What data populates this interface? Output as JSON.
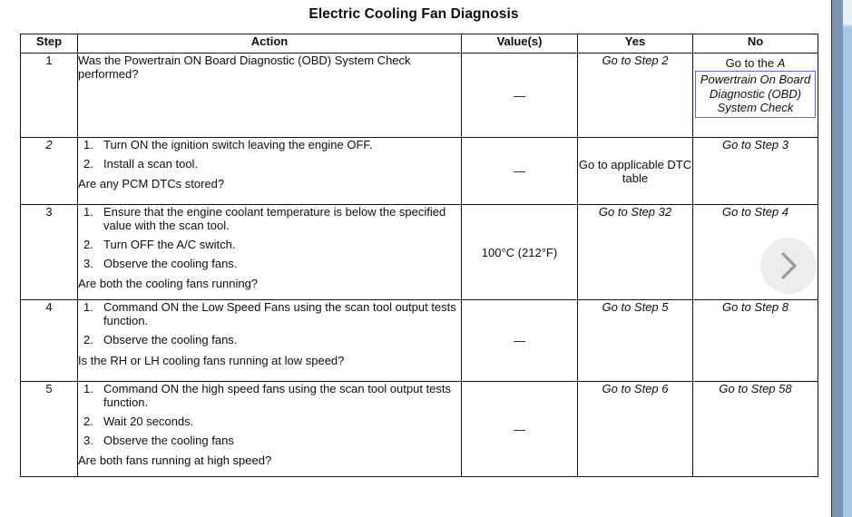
{
  "document": {
    "title": "Electric Cooling Fan Diagnosis"
  },
  "table": {
    "headers": {
      "step": "Step",
      "action": "Action",
      "value": "Value(s)",
      "yes": "Yes",
      "no": "No"
    },
    "rows": [
      {
        "step": "1",
        "action_intro": "Was the Powertrain ON Board Diagnostic (OBD) System Check performed?",
        "action_items": [],
        "action_question": "",
        "value": "—",
        "yes": "Go to Step 2",
        "no_lead_text": "Go to the ",
        "no_lead_italic": "A",
        "no_boxed": "Powertrain On Board Diagnostic (OBD) System Check"
      },
      {
        "step": "2",
        "action_intro": "",
        "action_items": [
          {
            "num": "1.",
            "text": "Turn ON the ignition switch leaving the engine OFF."
          },
          {
            "num": "2.",
            "text": "Install a scan tool."
          }
        ],
        "action_question": "Are any PCM DTCs stored?",
        "value": "—",
        "yes": "Go to applicable DTC table",
        "no": "Go to Step 3"
      },
      {
        "step": "3",
        "action_intro": "",
        "action_items": [
          {
            "num": "1.",
            "text": "Ensure that the engine coolant temperature is below the specified value with the scan tool."
          },
          {
            "num": "2.",
            "text": "Turn OFF the A/C switch."
          },
          {
            "num": "3.",
            "text": "Observe the cooling fans."
          }
        ],
        "action_question": "Are both the cooling fans running?",
        "value": "100°C (212°F)",
        "yes": "Go to Step 32",
        "no": "Go to Step 4"
      },
      {
        "step": "4",
        "action_intro": "",
        "action_items": [
          {
            "num": "1.",
            "text": "Command ON the Low Speed Fans using the scan tool output tests function."
          },
          {
            "num": "2.",
            "text": "Observe the cooling fans."
          }
        ],
        "action_question": "Is the RH or LH cooling fans running at low speed?",
        "value": "—",
        "yes": "Go to Step 5",
        "no": "Go to Step 8"
      },
      {
        "step": "5",
        "action_intro": "",
        "action_items": [
          {
            "num": "1.",
            "text": "Command ON the high speed fans using the scan tool output tests function."
          },
          {
            "num": "2.",
            "text": "Wait 20 seconds."
          },
          {
            "num": "3.",
            "text": "Observe the cooling fans"
          }
        ],
        "action_question": "Are both fans running at high speed?",
        "value": "—",
        "yes": "Go to Step 6",
        "no": "Go to Step 58"
      }
    ]
  },
  "controls": {
    "next_page": "next-page-arrow",
    "scrollbar": "vertical-scrollbar"
  },
  "colors": {
    "highlight_box": "#6a6ae0",
    "scrollbar_track": "#7c93b3",
    "scrollbar_thumb": "#a8c8ea",
    "arrow_glyph": "#9a9a9a"
  }
}
